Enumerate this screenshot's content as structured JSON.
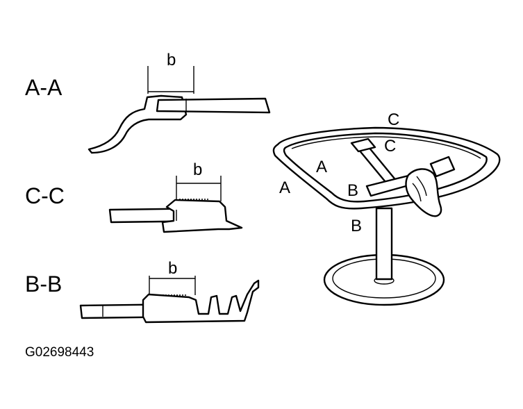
{
  "sections": [
    {
      "id": "a-a",
      "label": "A-A",
      "dimension": "b"
    },
    {
      "id": "c-c",
      "label": "C-C",
      "dimension": "b"
    },
    {
      "id": "b-b",
      "label": "B-B",
      "dimension": "b"
    }
  ],
  "illustration": {
    "callouts": [
      "A",
      "A",
      "B",
      "B",
      "C",
      "C"
    ]
  },
  "figure_code": "G02698443",
  "colors": {
    "ink": "#000000",
    "paper": "#ffffff"
  }
}
